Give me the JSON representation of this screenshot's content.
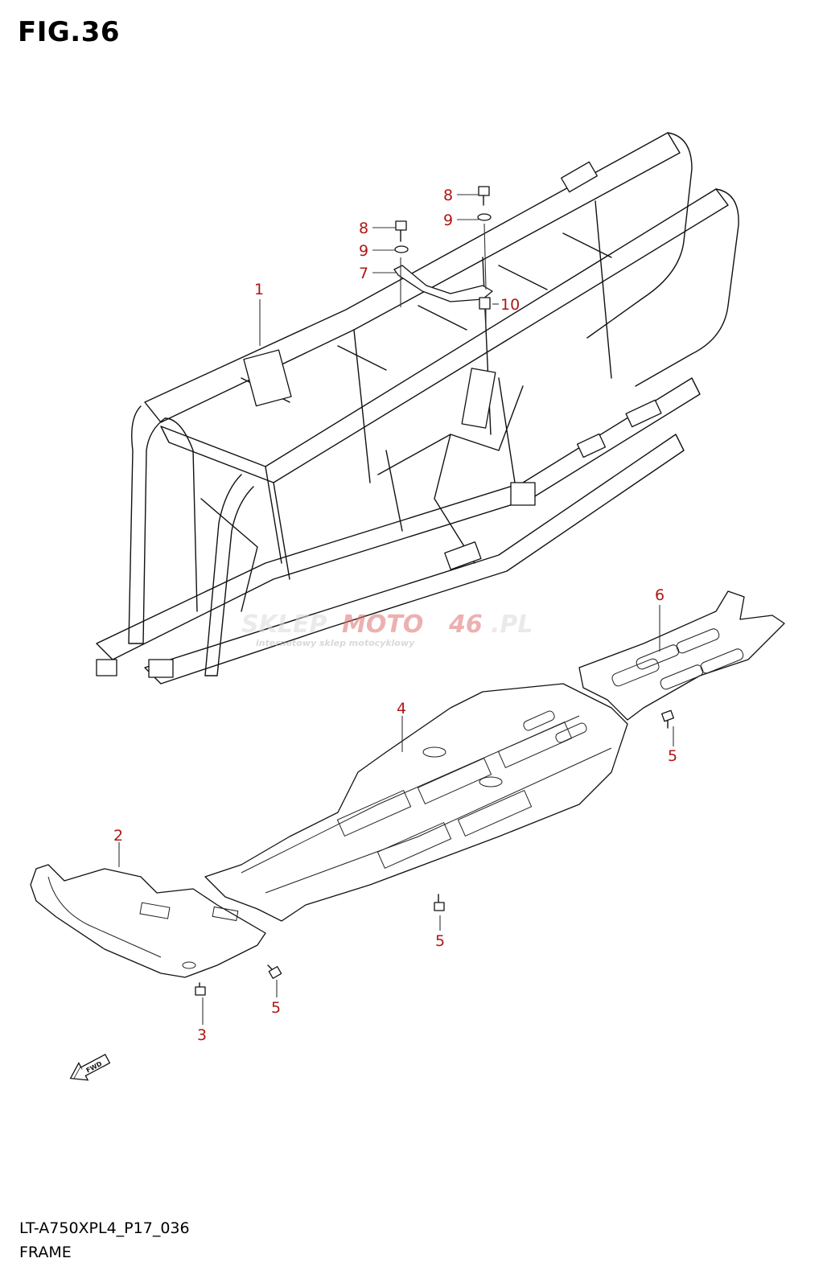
{
  "figure": {
    "title": "FIG.36"
  },
  "callouts": {
    "c1": "1",
    "c2": "2",
    "c3": "3",
    "c4": "4",
    "c5a": "5",
    "c5b": "5",
    "c5c": "5",
    "c6": "6",
    "c7": "7",
    "c8a": "8",
    "c8b": "8",
    "c9a": "9",
    "c9b": "9",
    "c10": "10"
  },
  "watermark": {
    "brand_a": "SKLEP",
    "brand_b": "MOTO",
    "brand_c": "46",
    "brand_d": ".PL",
    "tagline": "internetowy sklep motocyklowy"
  },
  "fwd_label": "FWD",
  "footer": {
    "code": "LT-A750XPL4_P17_036",
    "name": "FRAME"
  },
  "colors": {
    "callout": "#b01616",
    "watermark": "#e07070",
    "line": "#111111"
  }
}
